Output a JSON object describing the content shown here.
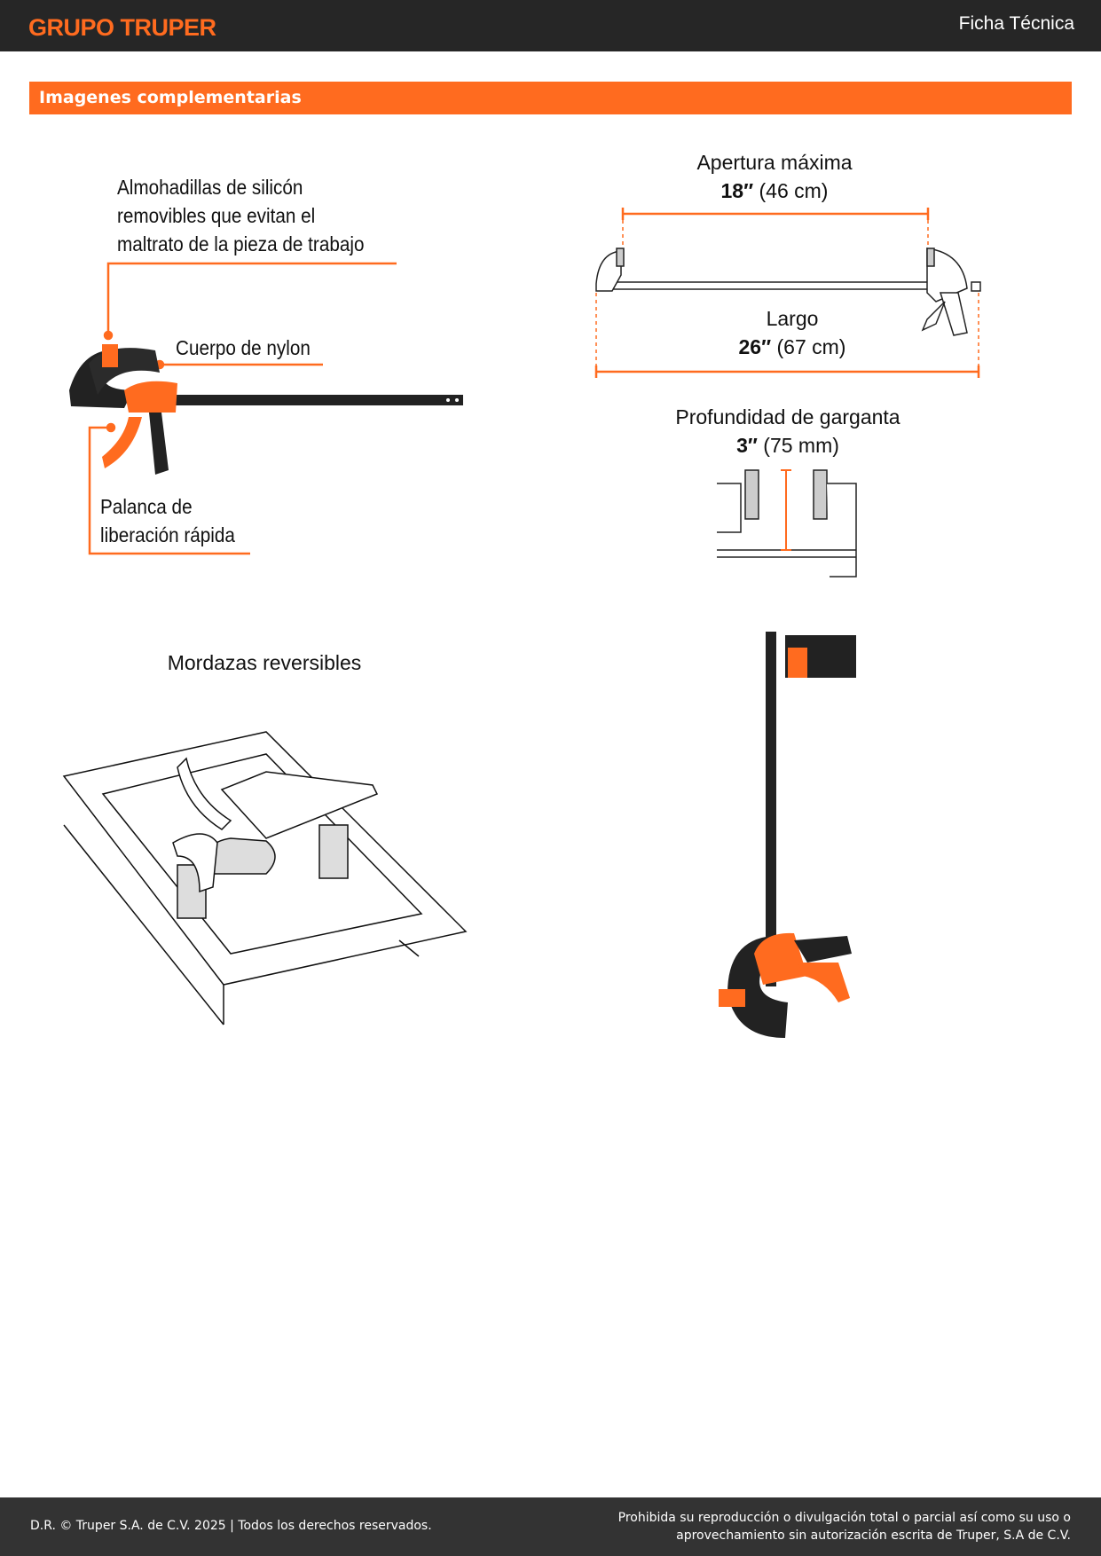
{
  "header": {
    "brand": "GRUPO TRUPER",
    "title": "Ficha Técnica"
  },
  "section": {
    "title": "Imagenes complementarias"
  },
  "callouts": {
    "pads": [
      "Almohadillas de silicón",
      "removibles que evitan el",
      "maltrato de la pieza de trabajo"
    ],
    "body": "Cuerpo de nylon",
    "lever": [
      "Palanca de",
      "liberación rápida"
    ]
  },
  "dimensions": {
    "opening": {
      "label": "Apertura máxima",
      "value": "18″",
      "metric": "(46 cm)"
    },
    "length": {
      "label": "Largo",
      "value": "26″",
      "metric": "(67 cm)"
    },
    "throat": {
      "label": "Profundidad de garganta",
      "value": "3″",
      "metric": "(75 mm)"
    }
  },
  "reversible": {
    "label": "Mordazas reversibles"
  },
  "colors": {
    "accent": "#ff6b1f",
    "dark": "#262626"
  },
  "footer": {
    "copyright": "D.R. © Truper S.A. de C.V. 2025 | Todos los derechos reservados.",
    "notice": [
      "Prohibida su reproducción o divulgación total o parcial así como su uso o",
      "aprovechamiento sin autorización escrita de Truper, S.A de C.V."
    ]
  }
}
